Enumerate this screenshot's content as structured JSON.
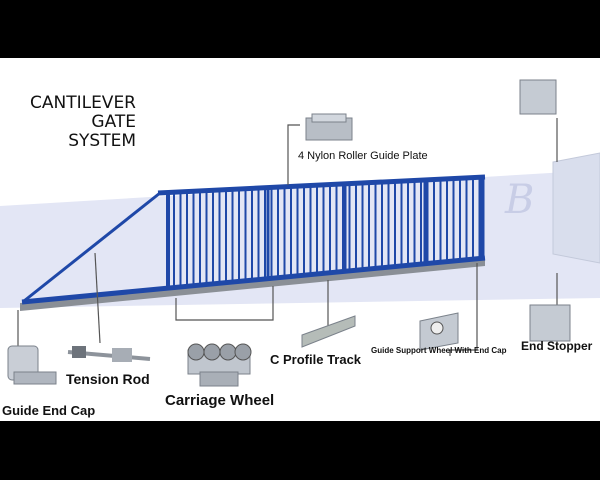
{
  "title": {
    "line1": "CANTILEVER",
    "line2": "GATE",
    "line3": "SYSTEM"
  },
  "watermark": "B",
  "labels": {
    "nylon_roller": "4 Nylon Roller Guide Plate",
    "tension_rod": "Tension Rod",
    "guide_end_cap": "Guide End Cap",
    "carriage_wheel": "Carriage Wheel",
    "c_profile": "C Profile Track",
    "guide_support": "Guide Support Wheel With End Cap",
    "end_stopper": "End Stopper"
  },
  "colors": {
    "gate": "#1f48a8",
    "track": "#8a8f96",
    "wall": "#e3e6f5",
    "part": "#b8bec6"
  }
}
